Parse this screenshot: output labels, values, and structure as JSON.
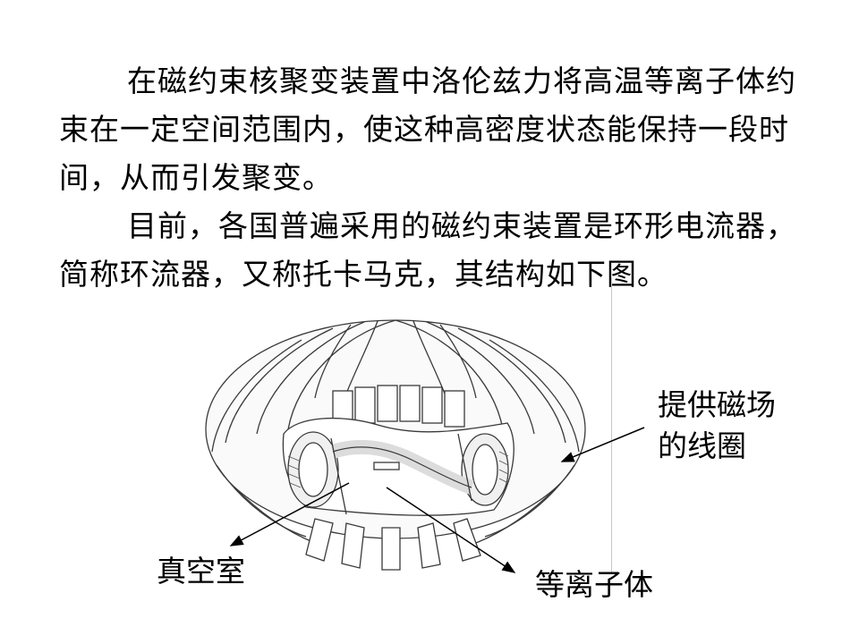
{
  "paragraphs": {
    "p1": "在磁约束核聚变装置中洛伦兹力将高温等离子体约束在一定空间范围内，使这种高密度状态能保持一段时间，从而引发聚变。",
    "p2": "目前，各国普遍采用的磁约束装置是环形电流器，简称环流器，又称托卡马克，其结构如下图。"
  },
  "labels": {
    "coil_line1": "提供磁场",
    "coil_line2": "的线圈",
    "vacuum": "真空室",
    "plasma": "等离子体"
  }
}
